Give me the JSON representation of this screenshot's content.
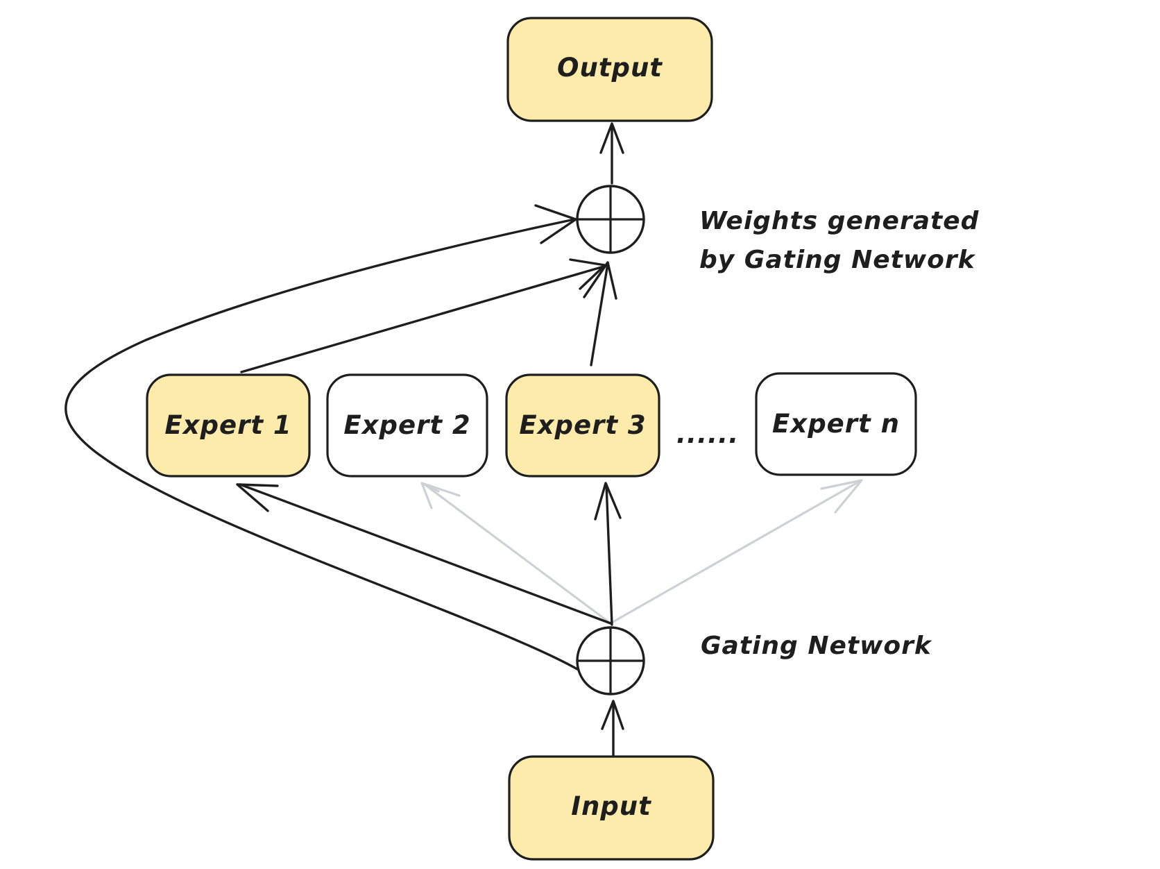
{
  "colors": {
    "highlight_fill": "#fcebab",
    "plain_fill": "#ffffff",
    "stroke": "#1e1e1e",
    "inactive_edge": "#cdd1d6"
  },
  "nodes": {
    "output": {
      "label": "Output",
      "highlighted": true
    },
    "input": {
      "label": "Input",
      "highlighted": true
    },
    "expert_1": {
      "label": "Expert 1",
      "highlighted": true
    },
    "expert_2": {
      "label": "Expert 2",
      "highlighted": false
    },
    "expert_3": {
      "label": "Expert 3",
      "highlighted": true
    },
    "expert_n": {
      "label": "Expert n",
      "highlighted": false
    },
    "ellipsis": {
      "label": "......"
    }
  },
  "annotations": {
    "weights_line1": "Weights generated",
    "weights_line2": "by Gating Network",
    "gating": "Gating Network"
  },
  "edges": [
    {
      "from": "input",
      "to": "gating-combiner",
      "active": true
    },
    {
      "from": "gating-combiner",
      "to": "expert_1",
      "active": true
    },
    {
      "from": "gating-combiner",
      "to": "expert_2",
      "active": false
    },
    {
      "from": "gating-combiner",
      "to": "expert_3",
      "active": true
    },
    {
      "from": "gating-combiner",
      "to": "expert_n",
      "active": false
    },
    {
      "from": "gating-combiner",
      "to": "weighted-sum-combiner",
      "active": true
    },
    {
      "from": "expert_1",
      "to": "weighted-sum-combiner",
      "active": true
    },
    {
      "from": "expert_3",
      "to": "weighted-sum-combiner",
      "active": true
    },
    {
      "from": "weighted-sum-combiner",
      "to": "output",
      "active": true
    }
  ]
}
